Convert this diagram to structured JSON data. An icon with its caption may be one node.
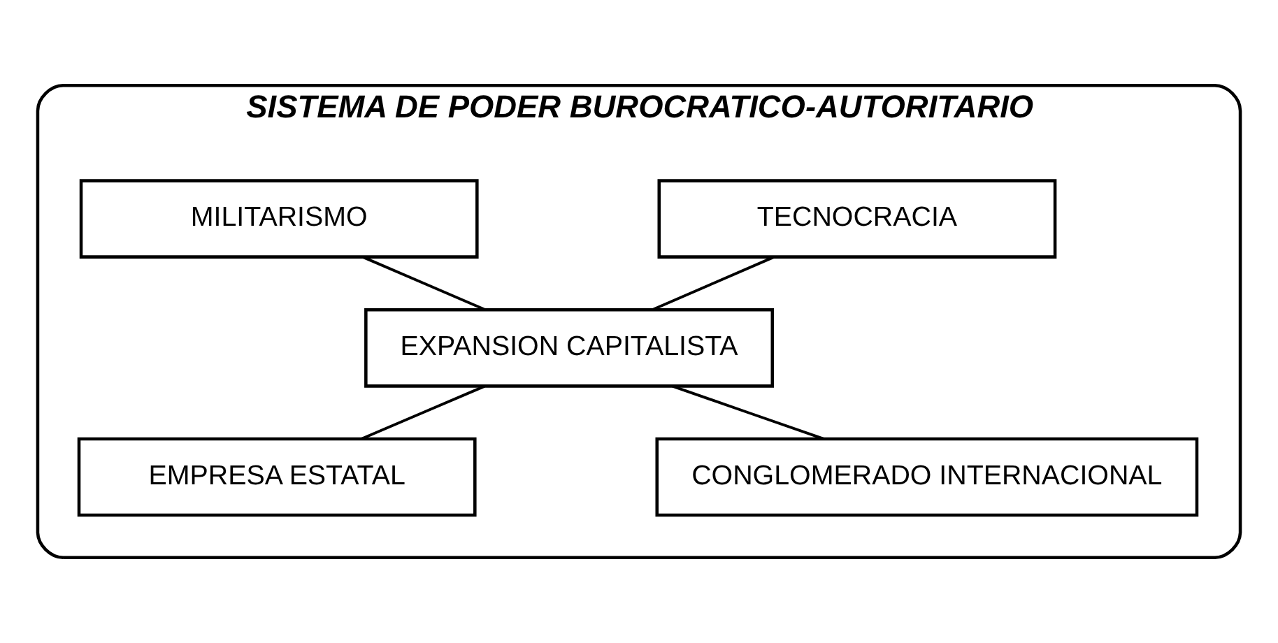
{
  "diagram": {
    "nodes": [
      {
        "text": [
          "SISTEMA DE PODER BUROCRATICO-AUTORITARIO"
        ]
      },
      {
        "text": [
          "TECNOCRACIA"
        ],
        "in": 0
      },
      {
        "text": [
          "MILITARISMO"
        ],
        "in": 0
      },
      {
        "text": [
          "EXPANSION CAPITALISTA"
        ],
        "in": 0
      },
      {
        "text": [
          "EMPRESA ESTATAL"
        ],
        "in": 0
      },
      {
        "text": [
          "CONGLOMERADO INTERNACIONAL"
        ],
        "in": 0
      }
    ],
    "edges": [
      {
        "from": 1,
        "to": 3,
        "arrow": "none"
      },
      {
        "from": 2,
        "to": 3,
        "arrow": "none"
      },
      {
        "from": 3,
        "to": 4,
        "arrow": "none"
      },
      {
        "from": 3,
        "to": 5,
        "arrow": "none"
      }
    ]
  }
}
